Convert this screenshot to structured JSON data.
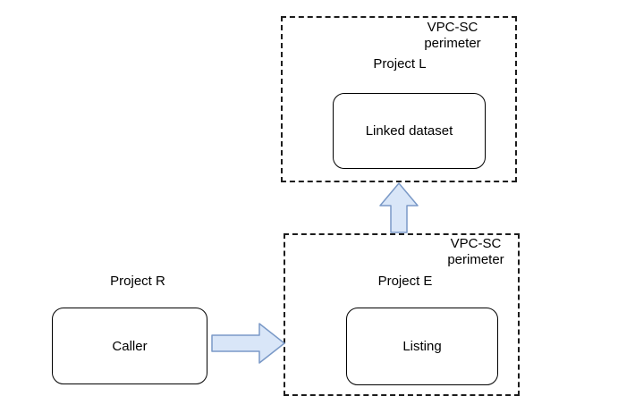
{
  "colors": {
    "background": "#ffffff",
    "border": "#000000",
    "dashed-border": "#1c1c1c",
    "arrow-fill": "#d9e6f8",
    "arrow-stroke": "#7a99c7",
    "text": "#000000"
  },
  "diagram": {
    "top_perimeter": {
      "perimeter_label": "VPC-SC\nperimeter",
      "project_label": "Project L",
      "node_label": "Linked dataset"
    },
    "bottom_perimeter": {
      "perimeter_label": "VPC-SC\nperimeter",
      "project_label": "Project E",
      "node_label": "Listing"
    },
    "caller_group": {
      "project_label": "Project R",
      "node_label": "Caller"
    },
    "arrows": [
      {
        "name": "caller-to-listing",
        "direction": "right"
      },
      {
        "name": "listing-to-linked-dataset",
        "direction": "up"
      }
    ]
  }
}
